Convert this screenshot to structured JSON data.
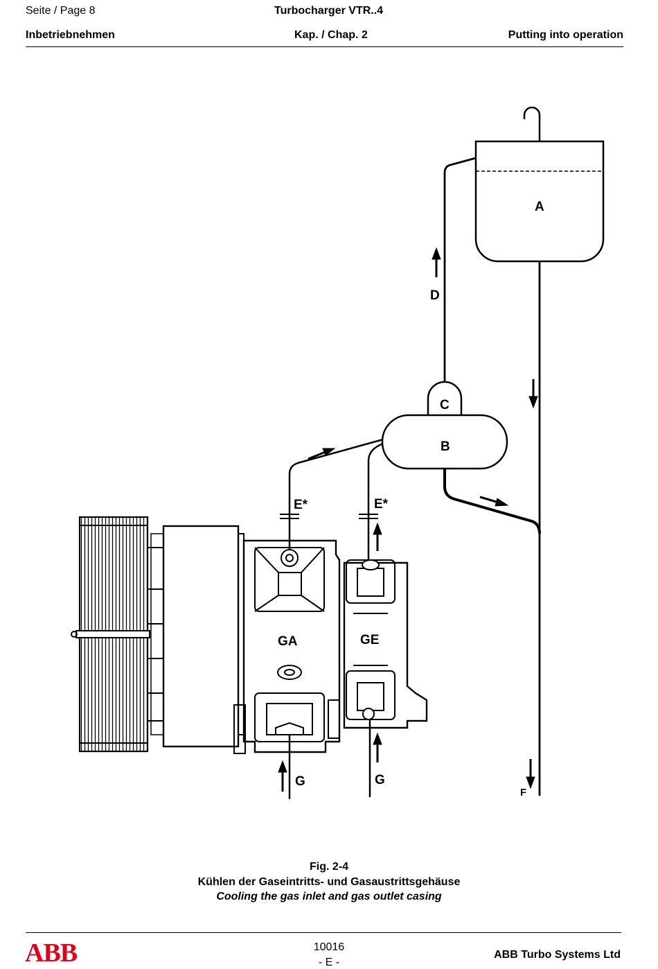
{
  "header": {
    "page_label": "Seite / Page  8",
    "title": "Turbocharger VTR..4",
    "section_de": "Inbetriebnehmen",
    "chapter": "Kap. / Chap. 2",
    "section_en": "Putting into operation"
  },
  "diagram": {
    "labels": {
      "A": "A",
      "B": "B",
      "C": "C",
      "D": "D",
      "E1": "E*",
      "E2": "E*",
      "F": "F",
      "GA": "GA",
      "GE": "GE",
      "G1": "G",
      "G2": "G"
    }
  },
  "caption": {
    "fig": "Fig. 2-4",
    "de": "Kühlen der Gaseintritts- und Gasaustrittsgehäuse",
    "en": "Cooling the gas inlet and gas outlet casing"
  },
  "footer": {
    "logo_text": "ABB",
    "doc_number": "10016",
    "edition": "- E -",
    "company": "ABB Turbo Systems Ltd"
  },
  "colors": {
    "logo_red": "#e2001a",
    "ink": "#000000"
  }
}
